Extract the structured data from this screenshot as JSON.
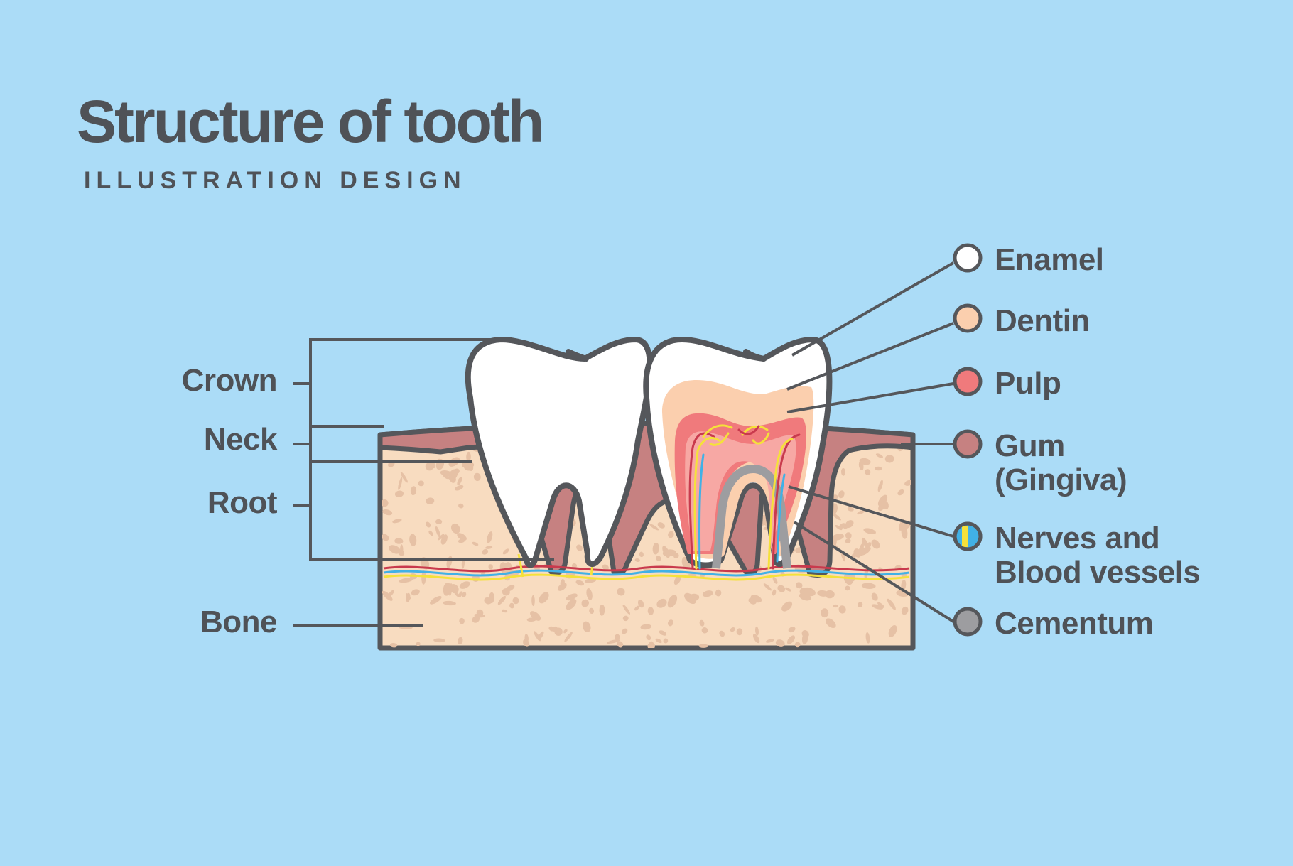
{
  "title": "Structure of tooth",
  "subtitle": "ILLUSTRATION DESIGN",
  "left_labels": {
    "crown": "Crown",
    "neck": "Neck",
    "root": "Root",
    "bone": "Bone"
  },
  "right_labels": {
    "enamel": "Enamel",
    "dentin": "Dentin",
    "pulp": "Pulp",
    "gum_line1": "Gum",
    "gum_line2": "(Gingiva)",
    "nerves_line1": "Nerves and",
    "nerves_line2": "Blood vessels",
    "cementum": "Cementum"
  },
  "colors": {
    "background": "#abdcf7",
    "outline": "#55575b",
    "enamel": "#ffffff",
    "dentin": "#fbcfae",
    "pulp": "#f07a7c",
    "gum": "#c68181",
    "bone": "#f8dcc0",
    "bone_spots": "#e6c1a5",
    "nerve": "#f5e13a",
    "vessel_red": "#c93a4d",
    "vessel_blue": "#41b1e6",
    "cementum": "#9d9da0"
  }
}
